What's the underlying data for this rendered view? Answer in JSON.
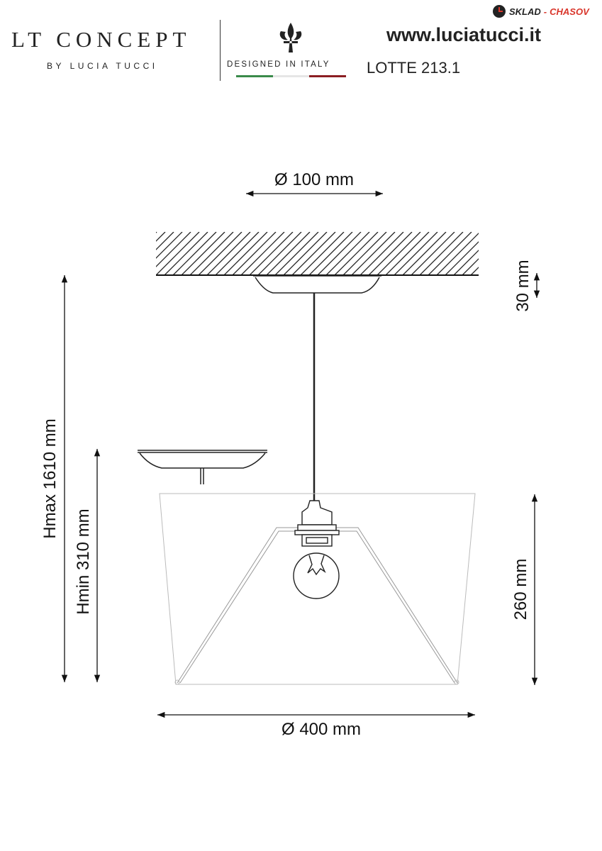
{
  "header": {
    "brand": "LT CONCEPT",
    "brand_sub": "BY LUCIA TUCCI",
    "designed": "DESIGNED IN ITALY",
    "url": "www.luciatucci.it",
    "model": "LOTTE 213.1",
    "watermark_left": "SKLAD",
    "watermark_dash": "-",
    "watermark_right": "CHASOV",
    "flag_colors": [
      "#3a8a4a",
      "#e6e6e6",
      "#8b1e22"
    ],
    "watermark_color": "#d9362b"
  },
  "dimensions": {
    "canopy_diameter": "Ø 100 mm",
    "canopy_height": "30 mm",
    "hmax": "Hmax 1610 mm",
    "hmin": "Hmin 310 mm",
    "shade_height": "260 mm",
    "shade_diameter": "Ø 400 mm"
  }
}
